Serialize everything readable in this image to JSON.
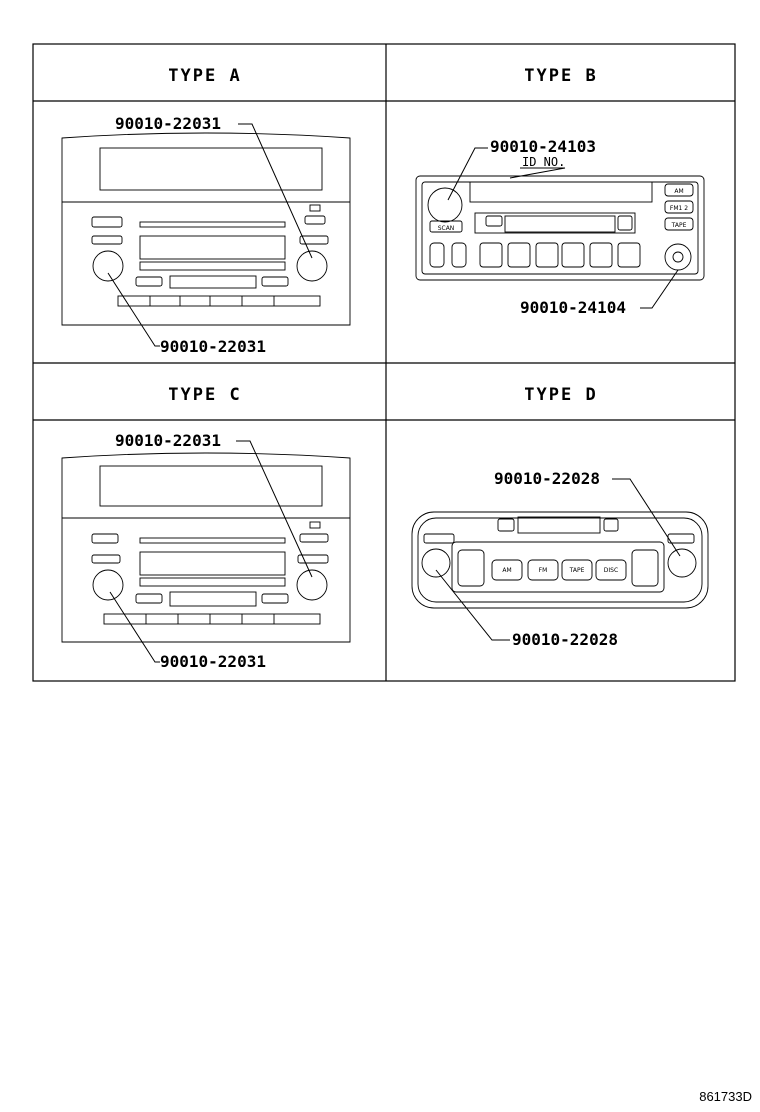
{
  "panels": {
    "a": {
      "title": "TYPE A",
      "part_top": "90010-22031",
      "part_bottom": "90010-22031"
    },
    "b": {
      "title": "TYPE B",
      "part_top": "90010-24103",
      "id_label": "ID NO.",
      "part_bottom": "90010-24104",
      "buttons": [
        "SCAN",
        "AM",
        "FM1 2",
        "TAPE"
      ]
    },
    "c": {
      "title": "TYPE C",
      "part_top": "90010-22031",
      "part_bottom": "90010-22031"
    },
    "d": {
      "title": "TYPE D",
      "part_top": "90010-22028",
      "part_bottom": "90010-22028",
      "buttons": [
        "AM",
        "FM",
        "TAPE",
        "DISC"
      ]
    }
  },
  "reference": "861733D"
}
